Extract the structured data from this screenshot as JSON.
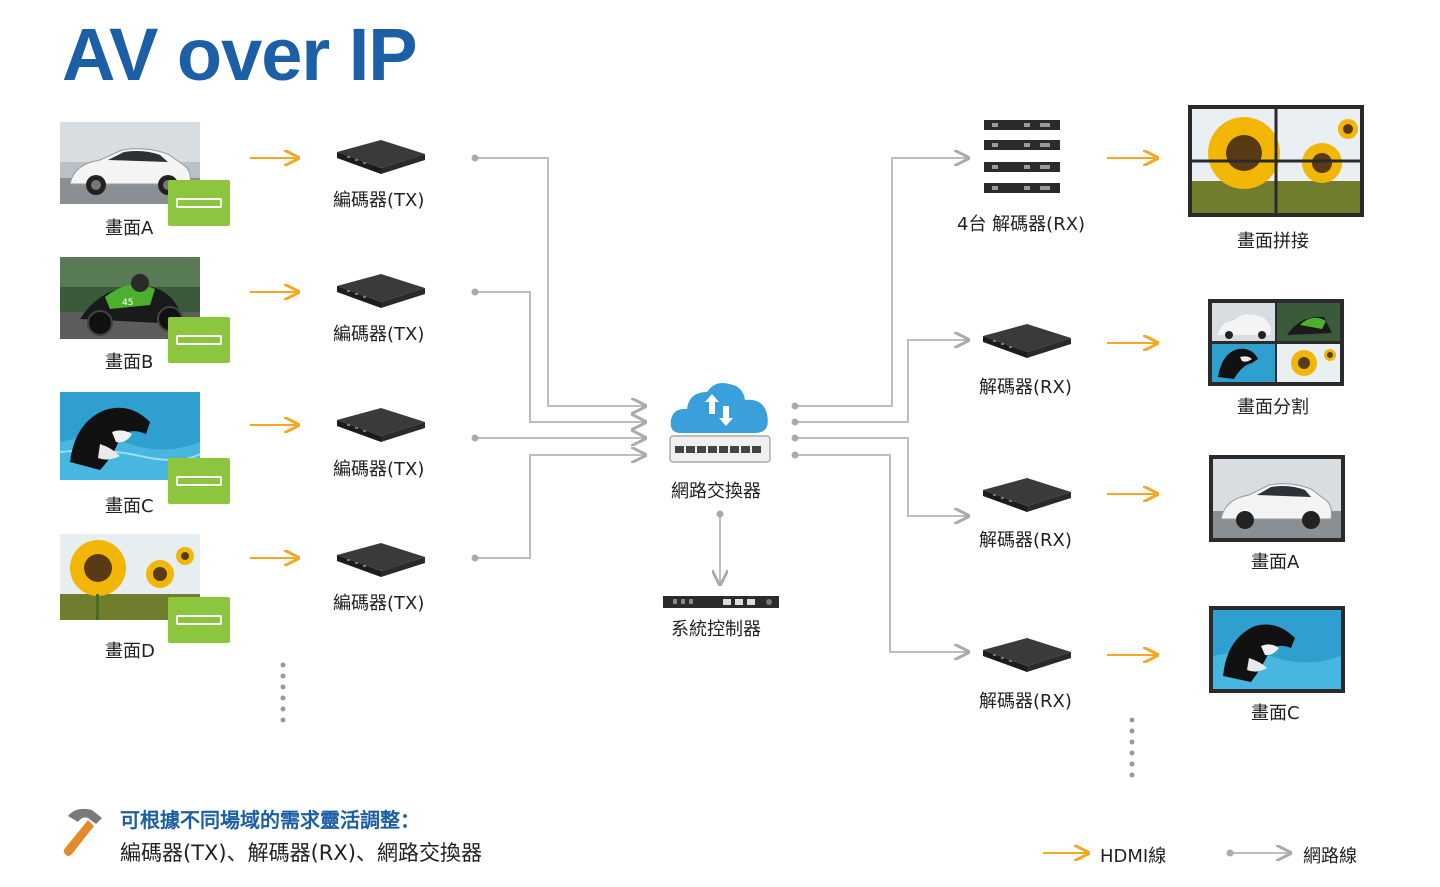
{
  "title": "AV over IP",
  "sources": [
    {
      "label": "畫面A",
      "scene": "car"
    },
    {
      "label": "畫面B",
      "scene": "motorbike"
    },
    {
      "label": "畫面C",
      "scene": "orca"
    },
    {
      "label": "畫面D",
      "scene": "sunflower"
    }
  ],
  "encoders": [
    {
      "label": "編碼器(TX)"
    },
    {
      "label": "編碼器(TX)"
    },
    {
      "label": "編碼器(TX)"
    },
    {
      "label": "編碼器(TX)"
    }
  ],
  "switch": {
    "label": "網路交換器"
  },
  "controller": {
    "label": "系統控制器"
  },
  "decoders": [
    {
      "label": "4台 解碼器(RX)"
    },
    {
      "label": "解碼器(RX)"
    },
    {
      "label": "解碼器(RX)"
    },
    {
      "label": "解碼器(RX)"
    }
  ],
  "outputs": [
    {
      "label": "畫面拼接",
      "scene": "video-wall-sunflower"
    },
    {
      "label": "畫面分割",
      "scene": "quad-split"
    },
    {
      "label": "畫面A",
      "scene": "car"
    },
    {
      "label": "畫面C",
      "scene": "orca"
    }
  ],
  "note": {
    "heading": "可根據不同場域的需求靈活調整：",
    "body": "編碼器(TX)、解碼器(RX)、網路交換器"
  },
  "legend": {
    "hdmi": "HDMI線",
    "network": "網路線"
  },
  "colors": {
    "title": "#1d5fa6",
    "hdmi_arrow": "#f5a623",
    "network_line": "#bdbdbd",
    "badge": "#8cc63f",
    "cloud": "#3aa0db"
  }
}
